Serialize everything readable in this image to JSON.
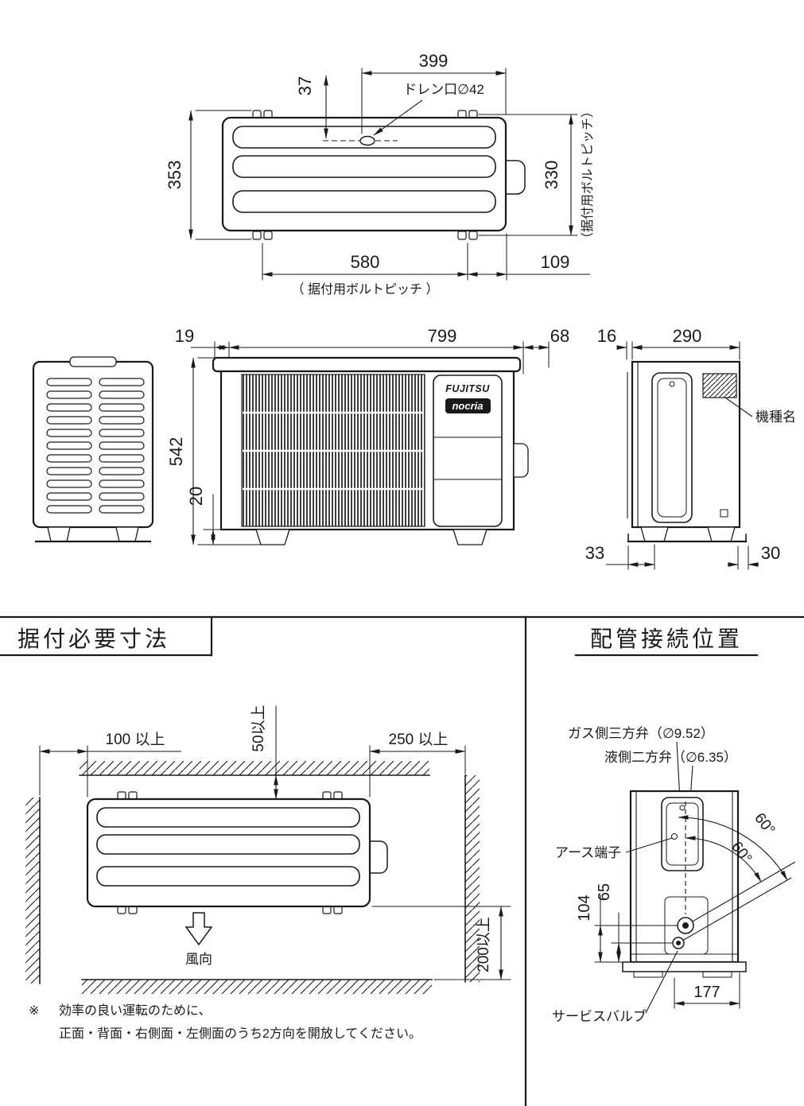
{
  "colors": {
    "ink": "#1a1a1a",
    "paper": "#ffffff"
  },
  "top_view": {
    "dim_399": "399",
    "dim_37": "37",
    "drain_label": "ドレン口∅42",
    "dim_353": "353",
    "dim_330": "330",
    "bolt_pitch_note_vertical": "（据付用ボルトピッチ）",
    "dim_580": "580",
    "bolt_pitch_note_horizontal": "（ 据付用ボルトピッチ ）",
    "dim_109": "109"
  },
  "front_view": {
    "dim_19": "19",
    "dim_799": "799",
    "dim_68": "68",
    "dim_542": "542",
    "dim_20": "20",
    "brand": "FUJITSU",
    "sub_brand": "nocria"
  },
  "side_view": {
    "dim_16": "16",
    "dim_290": "290",
    "model_name_label": "機種名",
    "dim_33": "33",
    "dim_30": "30"
  },
  "install": {
    "title": "据付必要寸法",
    "clearance_left": "100 以上",
    "clearance_back": "50以上",
    "clearance_right": "250 以上",
    "wind_label": "風向",
    "clearance_front": "200以上",
    "note_mark": "※",
    "note_line1": "効率の良い運転のために、",
    "note_line2": "正面・背面・右側面・左側面のうち2方向を開放してください。"
  },
  "piping": {
    "title": "配管接続位置",
    "gas_valve_label": "ガス側三方弁（∅9.52）",
    "liquid_valve_label": "液側二方弁（∅6.35）",
    "earth_terminal_label": "アース端子",
    "angle_gas": "60°",
    "angle_liquid": "60°",
    "dim_104": "104",
    "dim_65": "65",
    "dim_177": "177",
    "service_valve_label": "サービスバルブ"
  }
}
